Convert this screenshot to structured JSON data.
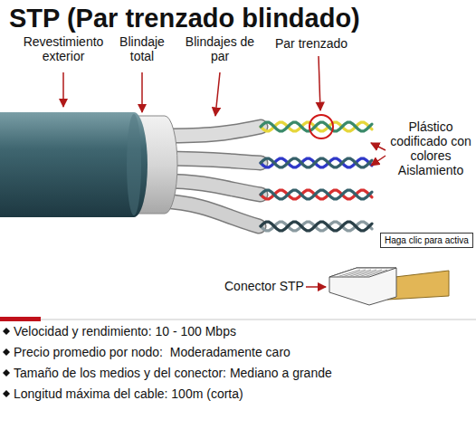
{
  "diagram": {
    "title": "STP (Par trenzado blindado)",
    "nodes": [
      {
        "text": [
          "Haga clic para activa"
        ]
      }
    ],
    "labels": [
      "Revestimiento exterior",
      "Blindaje total",
      "Blindajes de par",
      "Par trenzado",
      "Plástico codificado con colores Aislamiento",
      "Conector STP",
      "Velocidad y rendimiento: 10 - 100 Mbps",
      "Precio promedio por nodo:  Moderadamente caro",
      "Tamaño de los medios y del conector: Mediano a grande",
      "Longitud máxima del cable: 100m (corta)"
    ]
  }
}
